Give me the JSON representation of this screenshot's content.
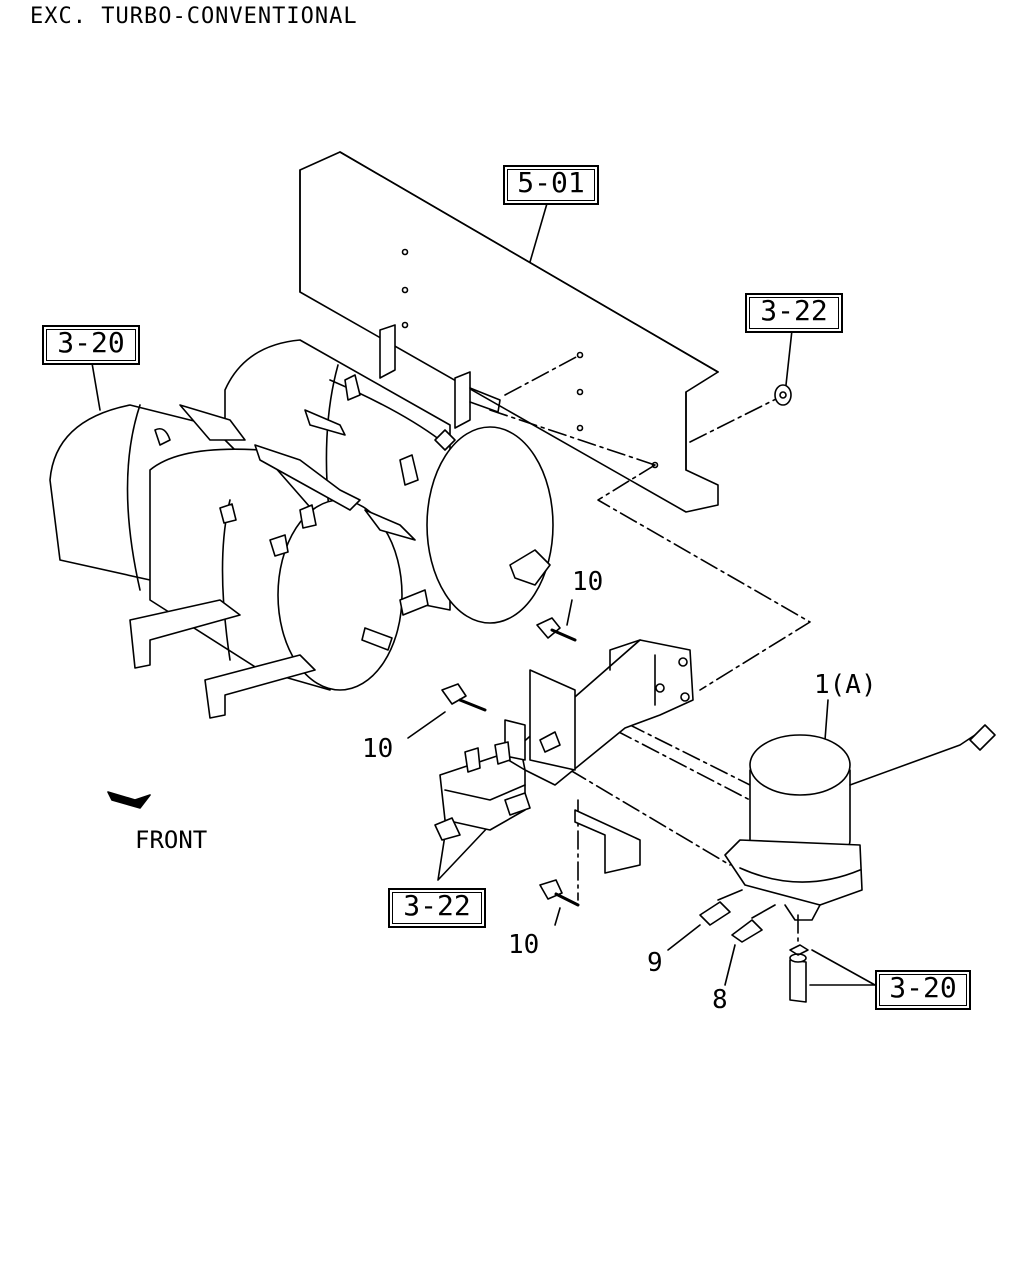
{
  "title": "EXC. TURBO-CONVENTIONAL",
  "ref_boxes": {
    "frame_ref": "5-01",
    "tank_ref": "3-20",
    "nut_ref": "3-22",
    "valve_ref": "3-22",
    "fitting_ref": "3-20"
  },
  "part_labels": {
    "dryer": "1(A)",
    "bolt_upper": "10",
    "bolt_left": "10",
    "bolt_lower": "10",
    "fitting_9": "9",
    "fitting_8": "8"
  },
  "direction": {
    "label": "FRONT"
  }
}
